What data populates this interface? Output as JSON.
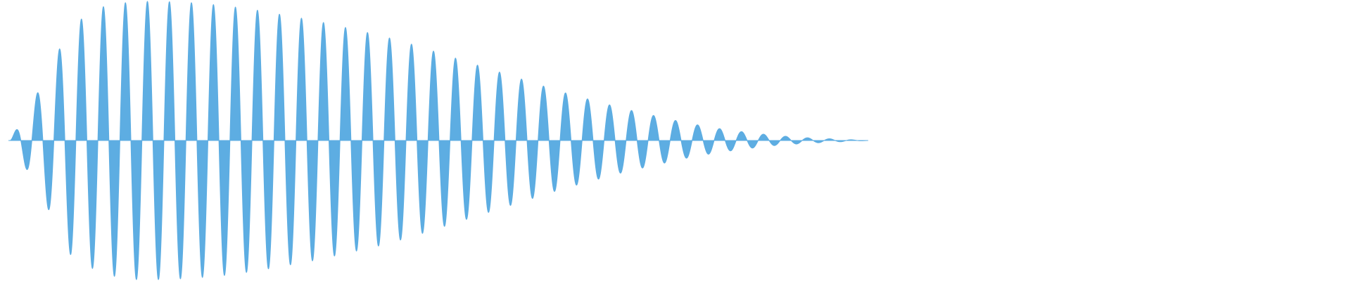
{
  "waveform": {
    "color": "#5DADE2",
    "amplitude_envelope": [
      0.0,
      0.38,
      0.83,
      0.96,
      1.0,
      1.0,
      0.99,
      0.97,
      0.94,
      0.9,
      0.86,
      0.81,
      0.76,
      0.7,
      0.63,
      0.56,
      0.49,
      0.42,
      0.35,
      0.29,
      0.23,
      0.18,
      0.13,
      0.09,
      0.06,
      0.035,
      0.02,
      0.01,
      0.0
    ],
    "cycles": 39,
    "duration_fraction": 0.64
  }
}
